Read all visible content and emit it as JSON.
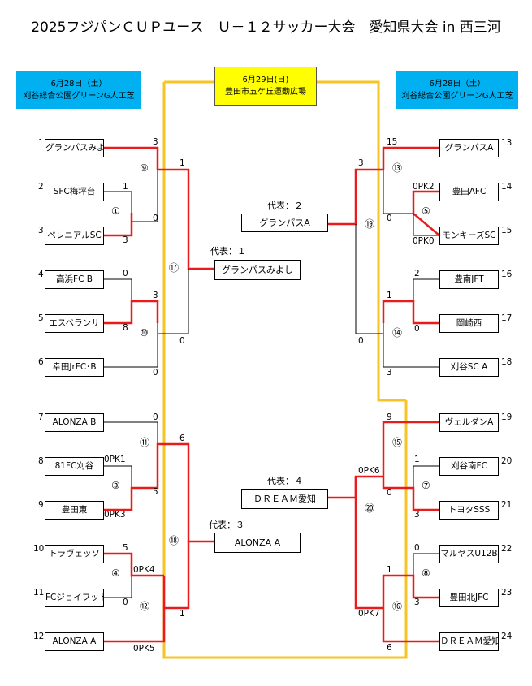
{
  "title": "2025フジパンＣＵＰユース　Ｕ－１２サッカー大会　愛知県大会 in 西三河",
  "colors": {
    "win_line": "#e81c1c",
    "line": "#000000",
    "final_frame": "#f7c325",
    "venue_blue": "#00b0f0",
    "venue_yellow": "#ffff00"
  },
  "venues": {
    "left": {
      "date": "6月28日（土）",
      "place": "刈谷総合公園グリーンG人工芝"
    },
    "final": {
      "date": "6月29日(日)",
      "place": "豊田市五ケ丘運動広場"
    },
    "right": {
      "date": "6月28日（土）",
      "place": "刈谷総合公園グリーンG人工芝"
    }
  },
  "teams": [
    {
      "no": "1",
      "name": "グランパスみよし"
    },
    {
      "no": "2",
      "name": "SFC梅坪台"
    },
    {
      "no": "3",
      "name": "ペレニアルSC"
    },
    {
      "no": "4",
      "name": "高浜FC B"
    },
    {
      "no": "5",
      "name": "エスペランサ"
    },
    {
      "no": "6",
      "name": "幸田JrFC･B"
    },
    {
      "no": "7",
      "name": "ALONZA B"
    },
    {
      "no": "8",
      "name": "81FC刈谷"
    },
    {
      "no": "9",
      "name": "豊田東"
    },
    {
      "no": "10",
      "name": "トラヴェッソ"
    },
    {
      "no": "11",
      "name": "FCジョイフット"
    },
    {
      "no": "12",
      "name": "ALONZA A"
    },
    {
      "no": "13",
      "name": "グランパスA"
    },
    {
      "no": "14",
      "name": "豊田AFC"
    },
    {
      "no": "15",
      "name": "モンキーズSC"
    },
    {
      "no": "16",
      "name": "豊南JFT"
    },
    {
      "no": "17",
      "name": "岡崎西"
    },
    {
      "no": "18",
      "name": "刈谷SC A"
    },
    {
      "no": "19",
      "name": "ヴェルダンA"
    },
    {
      "no": "20",
      "name": "刈谷南FC"
    },
    {
      "no": "21",
      "name": "トヨタSSS"
    },
    {
      "no": "22",
      "name": "マルヤスU12B"
    },
    {
      "no": "23",
      "name": "豊田北JFC"
    },
    {
      "no": "24",
      "name": "ＤＲＥＡＭ愛知"
    }
  ],
  "match_numbers": [
    "①",
    "③",
    "④",
    "⑤",
    "⑦",
    "⑧",
    "⑨",
    "⑩",
    "⑪",
    "⑫",
    "⑬",
    "⑭",
    "⑮",
    "⑯",
    "⑰",
    "⑱",
    "⑲",
    "⑳"
  ],
  "scores": [
    "3",
    "1",
    "3",
    "0",
    "0",
    "8",
    "3",
    "0",
    "1",
    "0",
    "0PK1",
    "0PK3",
    "5",
    "5",
    "0PK4",
    "0",
    "0PK5",
    "0",
    "1",
    "15",
    "0PK2",
    "0PK0",
    "0",
    "2",
    "0",
    "1",
    "3",
    "9",
    "1",
    "3",
    "0PK6",
    "0",
    "0",
    "3",
    "1",
    "0PK7",
    "6",
    "3",
    "0",
    "0",
    "3",
    "0"
  ],
  "representatives": [
    {
      "label": "代表：１",
      "team": "グランパスみよし"
    },
    {
      "label": "代表：２",
      "team": "グランパスA"
    },
    {
      "label": "代表：３",
      "team": "ALONZA A"
    },
    {
      "label": "代表：４",
      "team": "ＤＲＥＡＭ愛知"
    }
  ]
}
